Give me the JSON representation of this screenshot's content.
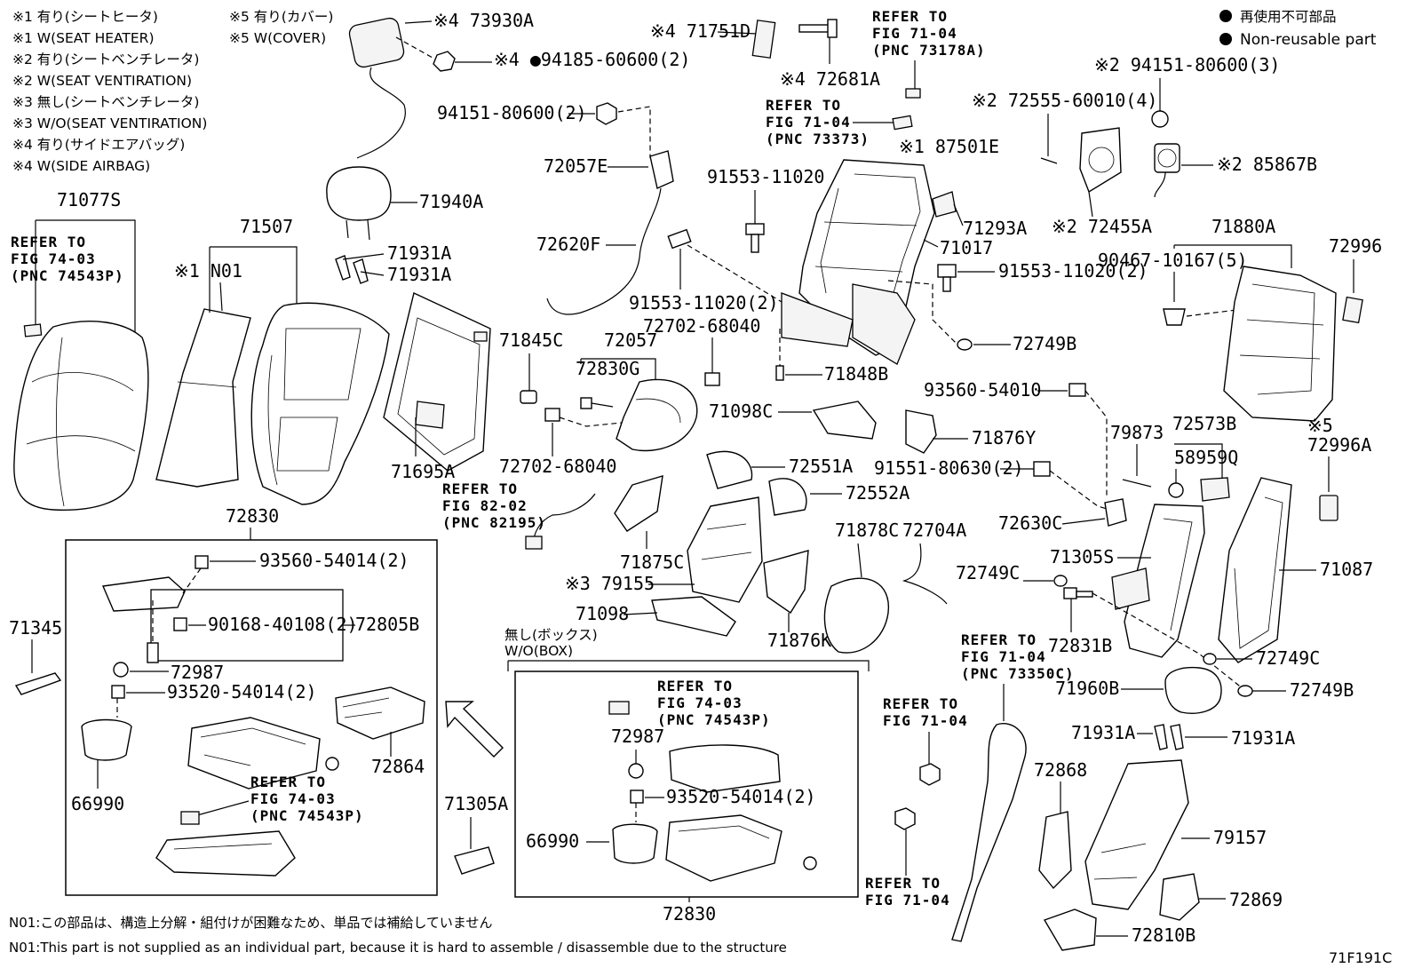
{
  "legend_top_left": [
    "※1 有り(シートヒータ)",
    "※1 W(SEAT HEATER)",
    "※2 有り(シートベンチレータ)",
    "※2 W(SEAT VENTIRATION)",
    "※3 無し(シートベンチレータ)",
    "※3 W/O(SEAT VENTIRATION)",
    "※4 有り(サイドエアバッグ)",
    "※4 W(SIDE AIRBAG)"
  ],
  "legend_cover": [
    "※5 有り(カバー)",
    "※5 W(COVER)"
  ],
  "legend_nonreusable": [
    "再使用不可部品",
    "Non-reusable part"
  ],
  "refer": {
    "r7104_73178": [
      "REFER TO",
      "FIG 71-04",
      "(PNC 73178A)"
    ],
    "r7104_73373": [
      "REFER TO",
      "FIG 71-04",
      "(PNC 73373)"
    ],
    "r7403_left": [
      "REFER TO",
      "FIG 74-03",
      "(PNC 74543P)"
    ],
    "r8202": [
      "REFER TO",
      "FIG 82-02",
      "(PNC 82195)"
    ],
    "r7403_box": [
      "REFER TO",
      "FIG 74-03",
      "(PNC 74543P)"
    ],
    "r7403_center": [
      "REFER TO",
      "FIG 74-03",
      "(PNC 74543P)"
    ],
    "r7104_73350": [
      "REFER TO",
      "FIG 71-04",
      "(PNC 73350C)"
    ],
    "r7104_a": [
      "REFER TO",
      "FIG 71-04"
    ],
    "r7104_b": [
      "REFER TO",
      "FIG 71-04"
    ]
  },
  "labels": {
    "l73930A": "※4 73930A",
    "l94185": "※4 ●94185-60600(2)",
    "l71751D": "※4 71751D",
    "l72681A": "※4 72681A",
    "l94151a": "94151-80600(2)",
    "l72057E": "72057E",
    "l72620F": "72620F",
    "l91553a": "91553-11020",
    "l91553b": "91553-11020(2)",
    "l91553c": "91553-11020(2)",
    "l87501E": "※1 87501E",
    "l71293A": "71293A",
    "l71017": "71017",
    "l72749B_a": "72749B",
    "l71848B": "71848B",
    "l72702a": "72702-68040",
    "l72702b": "72702-68040",
    "l72057": "72057",
    "l72830G": "72830G",
    "l71845C": "71845C",
    "l71098C": "71098C",
    "l71876Y": "71876Y",
    "l72551A": "72551A",
    "l72552A": "72552A",
    "l71875C": "71875C",
    "l79155": "※3 79155",
    "l71098": "71098",
    "l71878C": "71878C",
    "l72704A": "72704A",
    "l71876K": "71876K",
    "l94151b": "※2 94151-80600(3)",
    "l72555": "※2 72555-60010(4)",
    "l85867B": "※2 85867B",
    "l72455A": "※2 72455A",
    "l71880A": "71880A",
    "l90467": "90467-10167(5)",
    "l72996": "72996",
    "l93560a": "93560-54010",
    "l79873": "79873",
    "l72573B": "72573B",
    "l58959Q": "58959Q",
    "l72996A": "72996A",
    "l72996A_mark": "※5",
    "l91551": "91551-80630(2)",
    "l72630C": "72630C",
    "l71305S": "71305S",
    "l71087": "71087",
    "l72749C_a": "72749C",
    "l72831B": "72831B",
    "l72749C_b": "72749C",
    "l71960B": "71960B",
    "l72749B_b": "72749B",
    "l71931A_c": "71931A",
    "l71931A_d": "71931A",
    "l72868": "72868",
    "l79157": "79157",
    "l72869": "72869",
    "l72810B": "72810B",
    "l71077S": "71077S",
    "l71507": "71507",
    "lN01": "※1 N01",
    "l71940A": "71940A",
    "l71931A_a": "71931A",
    "l71931A_b": "71931A",
    "l71695A": "71695A",
    "l72830_top": "72830",
    "l93560b": "93560-54014(2)",
    "l90168": "90168-40108(2)",
    "l72805B": "72805B",
    "l72987a": "72987",
    "l93520a": "93520-54014(2)",
    "l72864": "72864",
    "l66990a": "66990",
    "l71345": "71345",
    "l71305A": "71305A",
    "l72987b": "72987",
    "l93520b": "93520-54014(2)",
    "l66990b": "66990",
    "l72830_bottom": "72830",
    "wo_box_jp": "無し(ボックス)",
    "wo_box_en": "W/O(BOX)"
  },
  "footnotes": [
    "N01:この部品は、構造上分解・組付けが困難なため、単品では補給していません",
    "N01:This part is not supplied as an individual part, because it is hard to assemble / disassemble due to the structure"
  ],
  "figure_code": "71F191C"
}
